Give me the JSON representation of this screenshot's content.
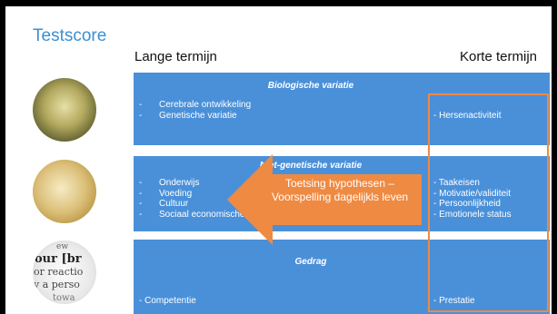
{
  "slide": {
    "title": "Testscore",
    "header_left": "Lange termijn",
    "header_right": "Korte termijn"
  },
  "bands": {
    "biological": {
      "title": "Biologische variatie",
      "left_items": [
        "Cerebrale ontwikkeling",
        "Genetische variatie"
      ],
      "right_items": [
        "- Hersenactiviteit"
      ]
    },
    "non_genetic": {
      "title": "Niet-genetische variatie",
      "left_items": [
        "Onderwijs",
        "Voeding",
        "Cultuur",
        "Sociaal economische status"
      ],
      "right_items": [
        "- Taakeisen",
        "- Motivatie/validiteit",
        "- Persoonlijkheid",
        "- Emotionele status"
      ]
    },
    "behavior": {
      "title": "Gedrag",
      "left_item": "- Competentie",
      "right_item": "- Prestatie"
    }
  },
  "arrow": {
    "line1": "Toetsing hypothesen –",
    "line2": "Voorspelling dagelijkls leven",
    "color": "#ef8a43"
  },
  "images": {
    "img3_lines": [
      "ew",
      "our [br",
      "or reactio",
      "y a perso",
      "towa"
    ]
  },
  "colors": {
    "title": "#3b90d0",
    "band": "#4a90d9",
    "highlight_box": "#ef8a43"
  }
}
